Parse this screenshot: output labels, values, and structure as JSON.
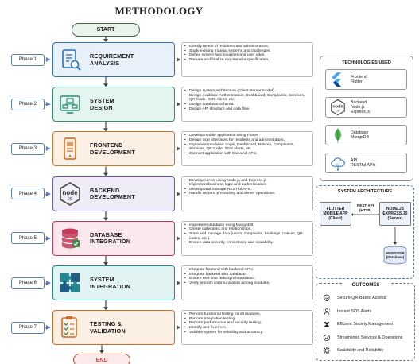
{
  "title": "METHODOLOGY",
  "start_label": "START",
  "end_label": "END",
  "phases": [
    {
      "phase": "Phase 1",
      "title": "REQUIREMENT\nANALYSIS",
      "color": "#2f6fb8",
      "bg": "#e8f0fa",
      "icon": "checklist-magnifier-icon",
      "details": [
        "Identify needs of residents and administrators.",
        "Study existing manual systems and challenges.",
        "Define system functionalities and user roles.",
        "Prepare and finalize requirement specification."
      ]
    },
    {
      "phase": "Phase 2",
      "title": "SYSTEM\nDESIGN",
      "color": "#2e8b7a",
      "bg": "#e4f4ef",
      "icon": "architecture-diagram-icon",
      "details": [
        "Design system architecture (Client-Server model).",
        "Design modules: Authentication, Dashboard, Complaints, Services, QR Code, SOS Alerts, etc.",
        "Design database schema.",
        "Design API structure and data flow."
      ]
    },
    {
      "phase": "Phase 3",
      "title": "FRONTEND\nDEVELOPMENT",
      "color": "#d0782a",
      "bg": "#fcefe3",
      "icon": "mobile-app-icon",
      "details": [
        "Develop mobile application using Flutter.",
        "Design user interfaces for residents and administrators.",
        "Implement modules: Login, Dashboard, Notices, Complaints, Services, QR Code, SOS Alerts, etc.",
        "Connect application with backend APIs."
      ]
    },
    {
      "phase": "Phase 4",
      "title": "BACKEND\nDEVELOPMENT",
      "color": "#6a58a8",
      "bg": "#efecf7",
      "icon": "nodejs-icon",
      "details": [
        "Develop server using Node.js and Express.js.",
        "Implement business logic and authentication.",
        "Develop and manage RESTful APIs.",
        "Handle request processing and server operations."
      ]
    },
    {
      "phase": "Phase 5",
      "title": "DATABASE\nINTEGRATION",
      "color": "#c23b5b",
      "bg": "#fae8ec",
      "icon": "database-icon",
      "details": [
        "Implement database using MongoDB.",
        "Create collections and relationships.",
        "Store and manage data (users, complaints, bookings, notices, QR codes, etc.).",
        "Ensure data security, consistency and scalability."
      ]
    },
    {
      "phase": "Phase 6",
      "title": "SYSTEM\nINTEGRATION",
      "color": "#23878f",
      "bg": "#e2f3f4",
      "icon": "puzzle-icon",
      "details": [
        "Integrate frontend with backend APIs.",
        "Integrate backend with database.",
        "Ensure real-time data synchronization.",
        "Verify smooth communication among modules."
      ]
    },
    {
      "phase": "Phase 7",
      "title": "TESTING &\nVALIDATION",
      "color": "#cf6b2a",
      "bg": "#fcefe3",
      "icon": "test-checklist-icon",
      "details": [
        "Perform functional testing for all modules.",
        "Perform integration testing.",
        "Perform performance and security testing.",
        "Identify and fix errors.",
        "Validate system for reliability and accuracy."
      ]
    }
  ],
  "technologies": {
    "title": "TECHNOLOGIES USED",
    "items": [
      {
        "text": "Frontend\nFlutter",
        "icon": "flutter-icon"
      },
      {
        "text": "Backend\nNode.js\nExpress.js",
        "icon": "nodejs-icon"
      },
      {
        "text": "Database\nMongoDB",
        "icon": "mongodb-leaf-icon"
      },
      {
        "text": "API\nRESTful APIs",
        "icon": "cloud-api-icon"
      }
    ]
  },
  "architecture": {
    "title": "SYSTEM ARCHITECTURE",
    "client": "FLUTTER\nMOBILE APP\n(Client)",
    "server": "NODE.JS\nEXPRESS.JS\n(Server)",
    "link": "REST API\n(HTTP)",
    "db": "MONGODB\n(Database)"
  },
  "outcomes": {
    "title": "OUTCOMES",
    "items": [
      {
        "text": "Secure QR-Based Access",
        "icon": "shield-check-icon"
      },
      {
        "text": "Instant SOS Alerts",
        "icon": "alert-person-icon"
      },
      {
        "text": "Efficient Society Management",
        "icon": "people-group-icon"
      },
      {
        "text": "Streamlined Services & Operations",
        "icon": "check-circle-icon"
      },
      {
        "text": "Scalability and Reliability",
        "icon": "gear-icon"
      }
    ]
  }
}
